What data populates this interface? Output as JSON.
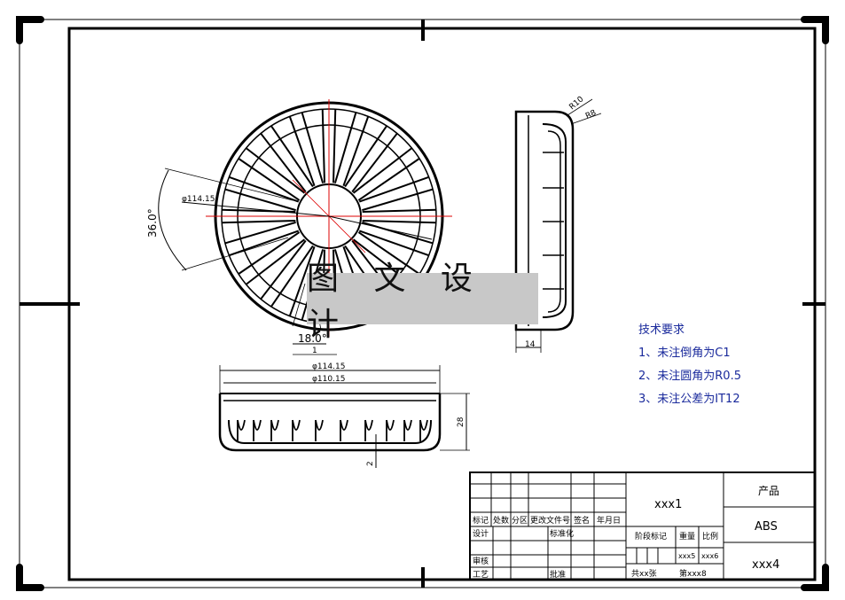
{
  "watermark": "图 文 设 计",
  "dimensions": {
    "dia_front": "φ114.15",
    "angle_36": "36.0°",
    "angle_18": "18.0°",
    "rib_1": "1",
    "r10": "R10",
    "r8": "R8",
    "width_14": "14",
    "dia_outer": "φ114.15",
    "dia_inner": "φ110.15",
    "height_28": "28",
    "wall_2": "2"
  },
  "tech_requirements": {
    "title": "技术要求",
    "items": [
      "1、未注倒角为C1",
      "2、未注圆角为R0.5",
      "3、未注公差为IT12"
    ]
  },
  "title_block": {
    "rev_headers": [
      "标记",
      "处数",
      "分区",
      "更改文件号",
      "签名",
      "年月日"
    ],
    "design": "设计",
    "standardize": "标准化",
    "check": "审核",
    "process": "工艺",
    "approve": "批准",
    "drawing_no": "xxx1",
    "stage_mark": "阶段标记",
    "weight": "重量",
    "scale": "比例",
    "weight_val": "xxx5",
    "scale_val": "xxx6",
    "sheets": "共xx张",
    "sheet_no": "第xxx8",
    "product_label": "产品",
    "material": "ABS",
    "company": "xxx4"
  }
}
